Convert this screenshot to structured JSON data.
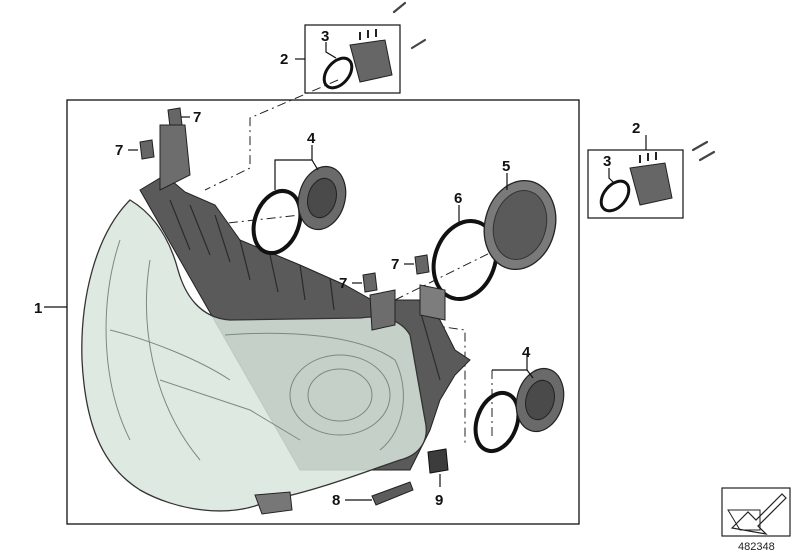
{
  "callouts": {
    "c1": "1",
    "c2a": "2",
    "c3a": "3",
    "c2b": "2",
    "c3b": "3",
    "c4a": "4",
    "c4b": "4",
    "c5": "5",
    "c6": "6",
    "c7a": "7",
    "c7b": "7",
    "c7c": "7",
    "c7d": "7",
    "c8": "8",
    "c9": "9"
  },
  "document_number": "482348",
  "colors": {
    "lens_tint": "#d8e6dc",
    "housing": "#4a4a4a",
    "line": "#111111"
  },
  "icons": {
    "corner": "arrow-navigation-icon"
  }
}
